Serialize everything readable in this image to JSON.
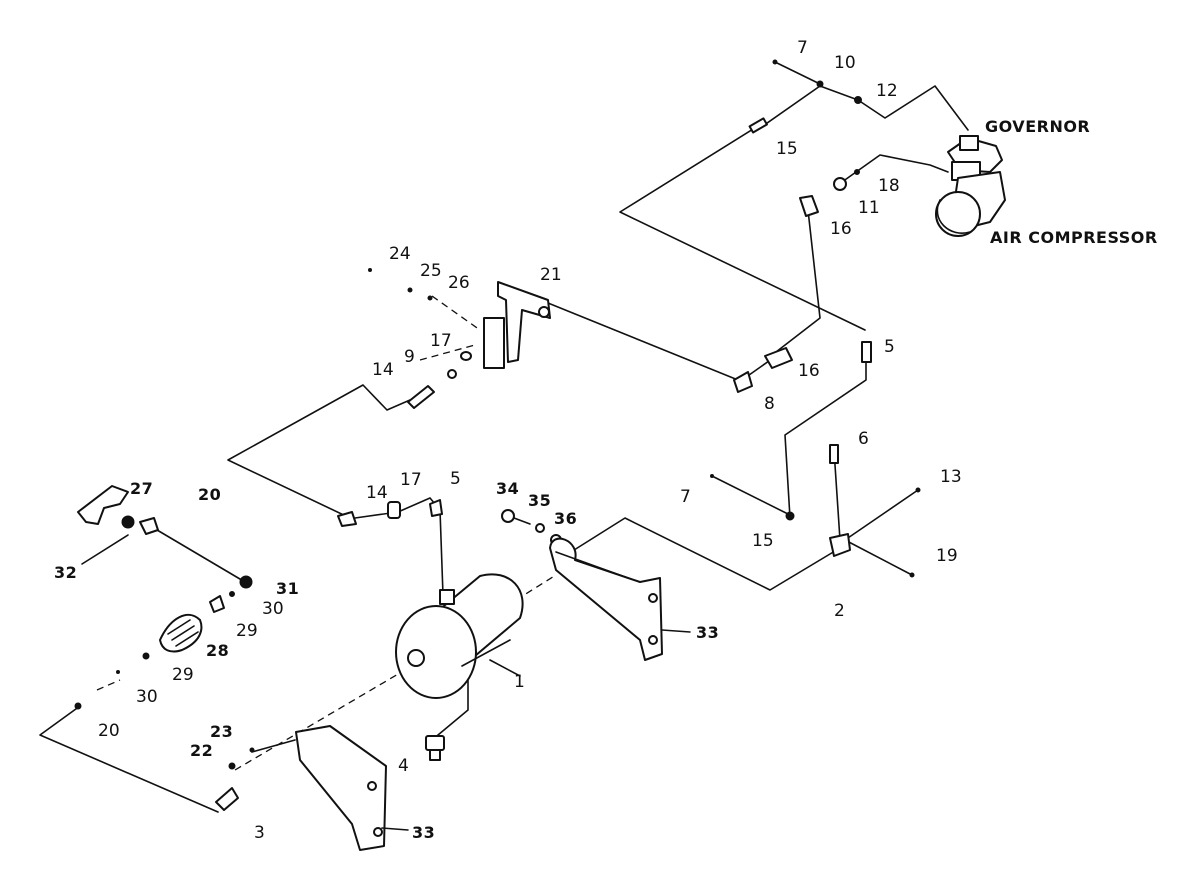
{
  "callouts": {
    "governor": "GOVERNOR",
    "air_compressor": "AIR COMPRESSOR"
  },
  "part_numbers": {
    "p1": "1",
    "p2": "2",
    "p3": "3",
    "p4": "4",
    "p5_top": "5",
    "p5_mid": "5",
    "p6": "6",
    "p7_top": "7",
    "p7_mid": "7",
    "p8": "8",
    "p9": "9",
    "p10": "10",
    "p11": "11",
    "p12": "12",
    "p13": "13",
    "p14_top": "14",
    "p14_mid": "14",
    "p15_top": "15",
    "p15_mid": "15",
    "p16_top": "16",
    "p16_mid": "16",
    "p17_top": "17",
    "p17_mid": "17",
    "p18": "18",
    "p19": "19",
    "p20_top": "20",
    "p20_bot": "20",
    "p21": "21",
    "p22": "22",
    "p23": "23",
    "p24": "24",
    "p25": "25",
    "p26": "26",
    "p27": "27",
    "p28": "28",
    "p29_top": "29",
    "p29_bot": "29",
    "p30_top": "30",
    "p30_bot": "30",
    "p31": "31",
    "p32": "32",
    "p33_right": "33",
    "p33_bottom": "33",
    "p34": "34",
    "p35": "35",
    "p36": "36"
  }
}
